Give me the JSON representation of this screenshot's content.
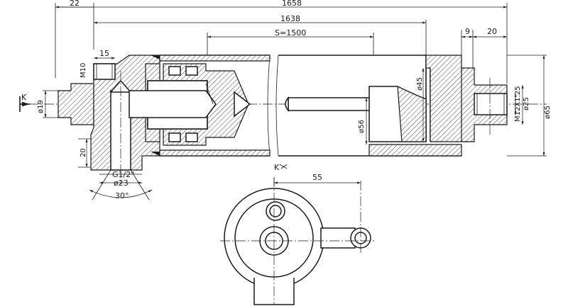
{
  "dimensions": {
    "offset_22": "22",
    "total_length": "1658",
    "body_length": "1638",
    "stroke": "S=1500",
    "gap_9": "9",
    "eye_20": "20",
    "width_15": "15",
    "port_thread": "M10",
    "port_dia": "ø19",
    "port_depth": "20",
    "pipe_thread": "G1/2\"",
    "port_seat": "ø23",
    "angle": "30°",
    "rod_dia": "ø45",
    "piston_dia": "ø56",
    "rod_thread": "M12X1.25",
    "eye_bore": "ø25",
    "barrel_dia": "ø65",
    "side_offset": "55"
  },
  "labels": {
    "view_arrow": "K",
    "section_view": "K"
  }
}
